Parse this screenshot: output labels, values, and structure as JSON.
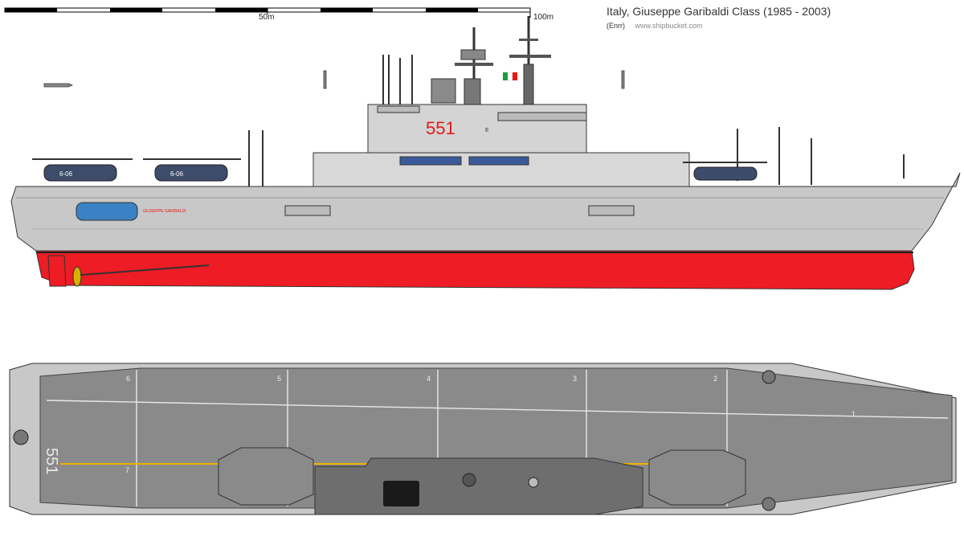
{
  "header": {
    "title": "Italy, Giuseppe Garibaldi Class (1985 - 2003)",
    "author": "(Enrr)",
    "website": "www.shipbucket.com"
  },
  "scale_bar": {
    "mid_label": "50m",
    "end_label": "100m"
  },
  "profile": {
    "pennant_number": "551",
    "ship_name_label": "GIUSEPPE GARIBALDI",
    "helicopter_code": "6-06",
    "island_marking": "E"
  },
  "deck_plan": {
    "pennant_number": "551",
    "spot_numbers": [
      "6",
      "5",
      "4",
      "3",
      "2",
      "1",
      "7"
    ]
  },
  "colors": {
    "hull_gray": "#c8c8c8",
    "superstructure_gray": "#d4d4d4",
    "antifouling_red": "#ee1c24",
    "deck_gray": "#8a8a8a",
    "centerline_yellow": "#f0b000",
    "outline": "#333333",
    "pennant_red": "#e41b17",
    "helicopter_blue": "#3c4c6a"
  }
}
